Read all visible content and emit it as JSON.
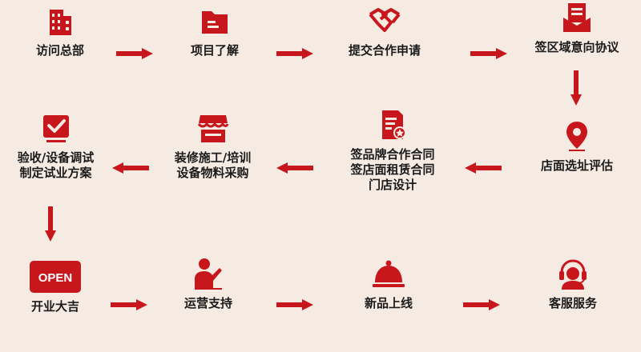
{
  "colors": {
    "accent": "#c8161d",
    "text": "#1a1a1a",
    "background": "#f6ebe3"
  },
  "steps": [
    {
      "id": "visit-hq",
      "label": "访问总部",
      "icon": "building-icon"
    },
    {
      "id": "learn-project",
      "label": "项目了解",
      "icon": "folder-icon"
    },
    {
      "id": "submit-application",
      "label": "提交合作申请",
      "icon": "handshake-icon"
    },
    {
      "id": "regional-agreement",
      "label": "签区域意向协议",
      "icon": "document-tray-icon"
    },
    {
      "id": "store-site-assessment",
      "label": "店面选址评估",
      "icon": "location-pin-icon"
    },
    {
      "id": "sign-contracts",
      "label": [
        "签品牌合作合同",
        "签店面租赁合同",
        "门店设计"
      ],
      "icon": "certificate-document-icon"
    },
    {
      "id": "decoration-training",
      "label": [
        "装修施工/培训",
        "设备物料采购"
      ],
      "icon": "storefront-icon"
    },
    {
      "id": "acceptance-debugging",
      "label": [
        "验收/设备调试",
        "制定试业方案"
      ],
      "icon": "checkbox-icon"
    },
    {
      "id": "grand-opening",
      "label": "开业大吉",
      "icon": "open-sign-icon",
      "badge": "OPEN"
    },
    {
      "id": "operations-support",
      "label": "运营支持",
      "icon": "presenter-icon"
    },
    {
      "id": "new-product-launch",
      "label": "新品上线",
      "icon": "food-cloche-icon"
    },
    {
      "id": "customer-service",
      "label": "客服服务",
      "icon": "headset-icon"
    }
  ]
}
